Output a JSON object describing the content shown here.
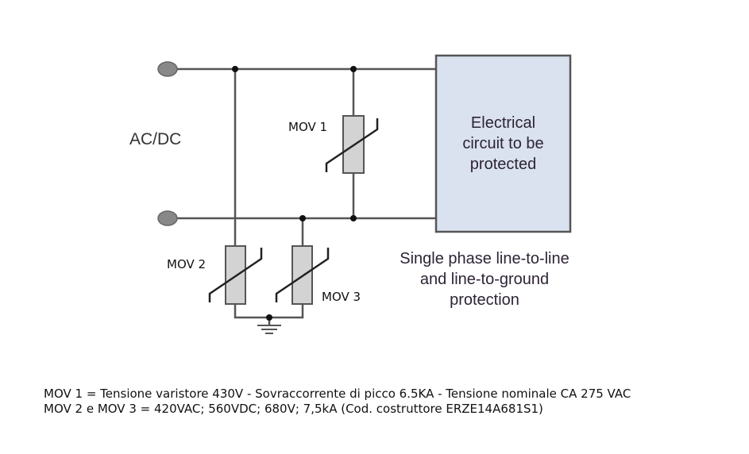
{
  "diagram": {
    "title": "Single phase line-to-line and line-to-ground protection",
    "source_label": "AC/DC",
    "load_block": {
      "lines": [
        "Electrical",
        "circuit to be",
        "protected"
      ]
    },
    "components": [
      {
        "id": "mov1",
        "label": "MOV 1",
        "type": "varistor",
        "connection": "line-to-line"
      },
      {
        "id": "mov2",
        "label": "MOV 2",
        "type": "varistor",
        "connection": "line-to-ground"
      },
      {
        "id": "mov3",
        "label": "MOV 3",
        "type": "varistor",
        "connection": "line-to-ground"
      }
    ],
    "caption_lines": [
      "Single phase line-to-line",
      "and line-to-ground",
      "protection"
    ],
    "colors": {
      "wire": "#555555",
      "terminal": "#888888",
      "varistor_body": "#d3d3d3",
      "load_block_fill": "#d9e2ee",
      "text": "#2e2436"
    }
  },
  "notes": [
    "MOV 1 = Tensione varistore 430V - Sovraccorrente di picco 6.5KA - Tensione nominale CA 275 VAC",
    "MOV 2 e MOV 3 = 420VAC; 560VDC; 680V; 7,5kA (Cod. costruttore ERZE14A681S1)"
  ]
}
